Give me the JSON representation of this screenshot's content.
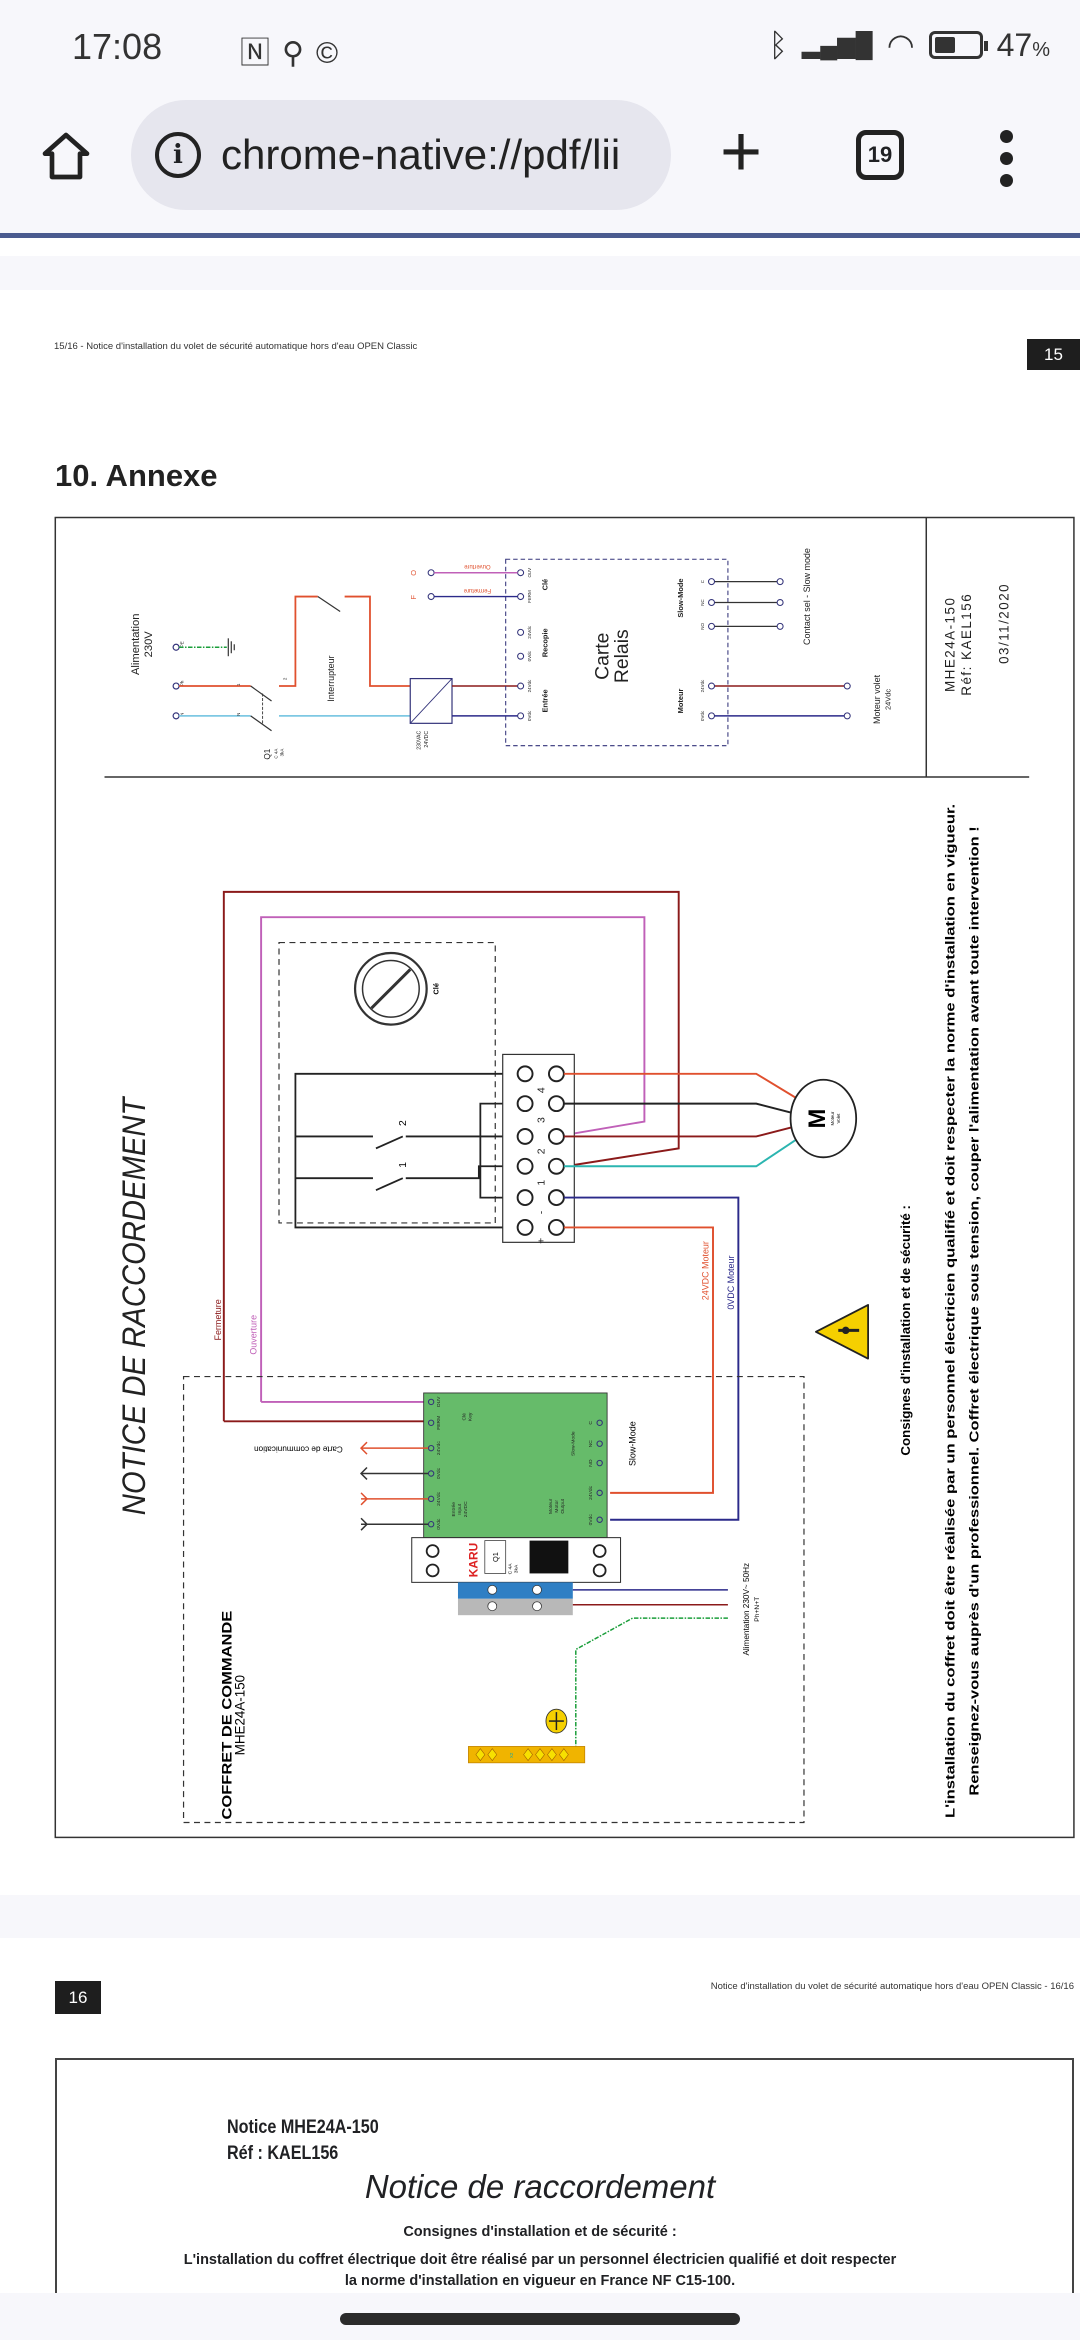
{
  "status_bar": {
    "time": "17:08",
    "left_icons": [
      "nfc-icon",
      "location-icon",
      "app-c-icon"
    ],
    "right_icons": [
      "bluetooth-icon",
      "signal-icon",
      "wifi-icon",
      "battery-icon"
    ],
    "battery_value": "47",
    "battery_unit": "%"
  },
  "toolbar": {
    "url": "chrome-native://pdf/lii",
    "tab_count": "19",
    "icons": [
      "home-icon",
      "info-icon",
      "plus-icon",
      "tab-switcher-icon",
      "more-vert-icon"
    ],
    "progress_color": "#4a5b8f"
  },
  "page15": {
    "header": "15/16 - Notice d'installation du volet de sécurité automatique hors d'eau OPEN Classic",
    "page_number": "15",
    "section_title": "10. Annexe"
  },
  "diagram": {
    "alim_line1": "Alimentation",
    "alim_line2": "230V",
    "pe": "PE",
    "ph": "Ph",
    "n": "N",
    "n2": "N",
    "one": "1",
    "two": "2",
    "q1": "Q1",
    "q1_spec1": "C 4A",
    "q1_spec2": "3kA",
    "interrupteur": "Interrupteur",
    "conv1": "230VAC",
    "conv2": "24VDC",
    "f": "F",
    "o": "O",
    "ouverture": "Ouverture",
    "fermeture": "Fermeture",
    "ouv": "OUV",
    "ferm": "FERM",
    "cle": "Clé",
    "v24": "24Vdc",
    "v0": "0Vdc",
    "recopie": "Recopie",
    "entree_24": "24Vdc",
    "entree_0": "0Vdc",
    "entree": "Entrée",
    "carte1": "Carte",
    "carte2": "Relais",
    "slow_mode": "Slow-Mode",
    "c": "C",
    "nc": "NC",
    "no": "NO",
    "contact_sel": "Contact sel - Slow mode",
    "moteur": "Moteur",
    "mot_24": "24Vdc",
    "mot_0": "0Vdc",
    "moteur_volet1": "Moteur volet",
    "moteur_volet2": "24Vdc",
    "ref1": "MHE24A-150",
    "ref2": "Réf: KAEL156",
    "date": "03/11/2020",
    "big_title": "NOTICE DE RACCORDEMENT",
    "key_label": "Clé",
    "terminals": [
      "4",
      "3",
      "2",
      "1",
      "-",
      "+"
    ],
    "sw1": "1",
    "sw2": "2",
    "motor_m": "M",
    "motor_l1": "Moteur",
    "motor_l2": "Volet",
    "w24": "24VDC Moteur",
    "w0": "0VDC Moteur",
    "fermeture_wire": "Fermeture",
    "ouverture_wire": "Ouverture",
    "comm": "Carte de communication",
    "gb_ouv": "OUV",
    "gb_ferm": "FERM",
    "gb_24a": "24Vdc",
    "gb_0a": "0Vdc",
    "gb_24b": "24Vdc",
    "gb_0b": "0Vdc",
    "gb_cle": "Clé",
    "gb_key": "Key",
    "gb_entree": "Entrée",
    "gb_input": "Input",
    "gb_24vdc": "24VDC",
    "gb_moteur": "Moteur",
    "gb_motor": "Motor",
    "gb_output": "Output",
    "gb_m24": "24Vdc",
    "gb_m0": "0Vdc",
    "gb_slow": "Slow-Mode",
    "gb_no": "NO",
    "gb_nc": "NC",
    "gb_c": "C",
    "slow_mode_out": "Slow-Mode",
    "brand": "KARU",
    "bq1": "Q1",
    "bq_spec1": "C 4A",
    "bq_spec2": "3kA",
    "alim_230_1": "Alimentation 230V~ 50Hz",
    "alim_230_2": "Ph+N+T",
    "strip_label": "X2",
    "coffret1": "COFFRET DE COMMANDE",
    "coffret2": "MHE24A-150",
    "consignes_title": "Consignes d'installation et de sécurité :",
    "consignes_l1": "L'installation du coffret doit être réalisée par un personnel électricien qualifié et doit respecter la norme d'installation en vigueur.",
    "consignes_l2": "Renseignez-vous auprès d'un professionnel. Coffret électrique sous tension, couper l'alimentation avant toute intervention !",
    "colors": {
      "phase": "#e0502e",
      "neutral": "#7ec8e3",
      "earth": "#1a9e3a",
      "fermeture": "#8b1a1a",
      "ouverture": "#c060b8",
      "dc_neg": "#2b2a8a",
      "teal": "#2bb5b0",
      "module": "#66bb6a"
    }
  },
  "page16": {
    "page_number": "16",
    "header": "Notice d'installation du volet de sécurité automatique hors d'eau OPEN Classic - 16/16",
    "notice": "Notice MHE24A-150",
    "ref": "Réf : KAEL156",
    "title": "Notice de raccordement",
    "consignes": "Consignes d'installation et de sécurité :",
    "para_l1": "L'installation du coffret électrique doit être réalisé par un personnel électricien qualifié et doit respecter",
    "para_l2": "la norme d'installation en vigueur en France NF C15-100."
  }
}
